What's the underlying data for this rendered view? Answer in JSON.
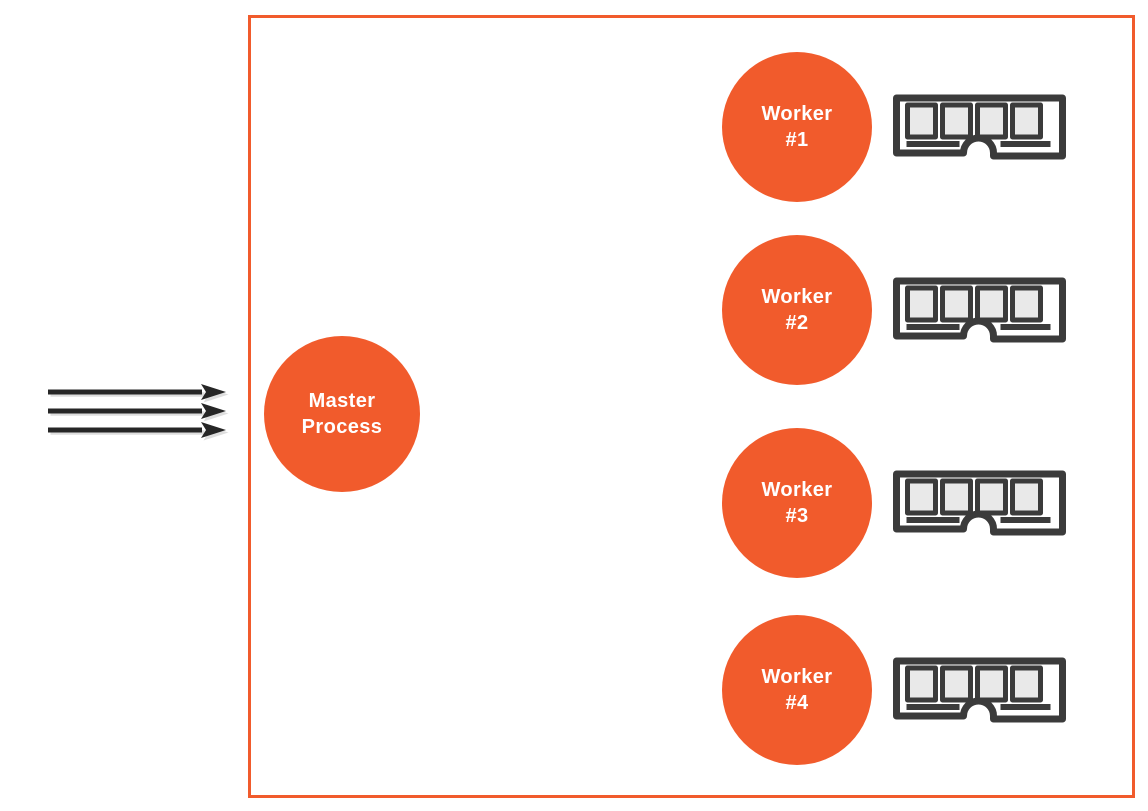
{
  "colors": {
    "accent": "#F15B2C",
    "boundary_border": "#F15B2C",
    "icon_outline": "#3B3B3B",
    "icon_cell_fill": "#E9E9E9",
    "arrow": "#262626",
    "node_text": "#FFFFFF",
    "background": "#FFFFFF"
  },
  "master_node": {
    "line1": "Master",
    "line2": "Process"
  },
  "worker_nodes": [
    {
      "line1": "Worker",
      "line2": "#1",
      "icon": "ram-stick-icon"
    },
    {
      "line1": "Worker",
      "line2": "#2",
      "icon": "ram-stick-icon"
    },
    {
      "line1": "Worker",
      "line2": "#3",
      "icon": "ram-stick-icon"
    },
    {
      "line1": "Worker",
      "line2": "#4",
      "icon": "ram-stick-icon"
    }
  ],
  "incoming_arrows": {
    "count": 3,
    "direction": "right"
  }
}
